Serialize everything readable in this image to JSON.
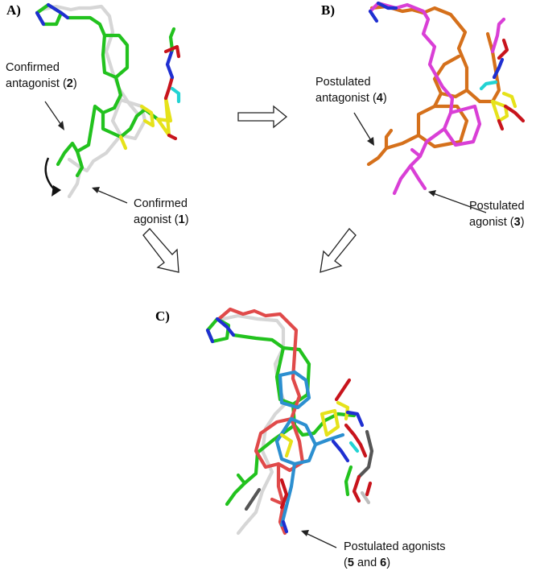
{
  "panels": {
    "a": {
      "label": "A)",
      "callouts": [
        {
          "line1": "Confirmed",
          "line2_prefix": "antagonist (",
          "num": "2",
          "line2_suffix": ")"
        },
        {
          "line1": "Confirmed",
          "line2_prefix": "agonist (",
          "num": "1",
          "line2_suffix": ")"
        }
      ]
    },
    "b": {
      "label": "B)",
      "callouts": [
        {
          "line1": "Postulated",
          "line2_prefix": "antagonist (",
          "num": "4",
          "line2_suffix": ")"
        },
        {
          "line1": "Postulated",
          "line2_prefix": "agonist (",
          "num": "3",
          "line2_suffix": ")"
        }
      ]
    },
    "c": {
      "label": "C)",
      "callouts": [
        {
          "line1": "Postulated agonists",
          "line2_prefix": "(",
          "num": "5",
          "mid": " and ",
          "num2": "6",
          "line2_suffix": ")"
        }
      ]
    }
  },
  "colors": {
    "agonist_1": "#d6d6d6",
    "antagonist_2": "#22c21e",
    "agonist_3": "#d93fd6",
    "antagonist_4": "#d5701b",
    "agonist_5": "#e04a4a",
    "agonist_6": "#2c8fd0",
    "nitrogen": "#1f2fd1",
    "sulfur": "#e6e21a",
    "oxygen": "#c8141c"
  }
}
